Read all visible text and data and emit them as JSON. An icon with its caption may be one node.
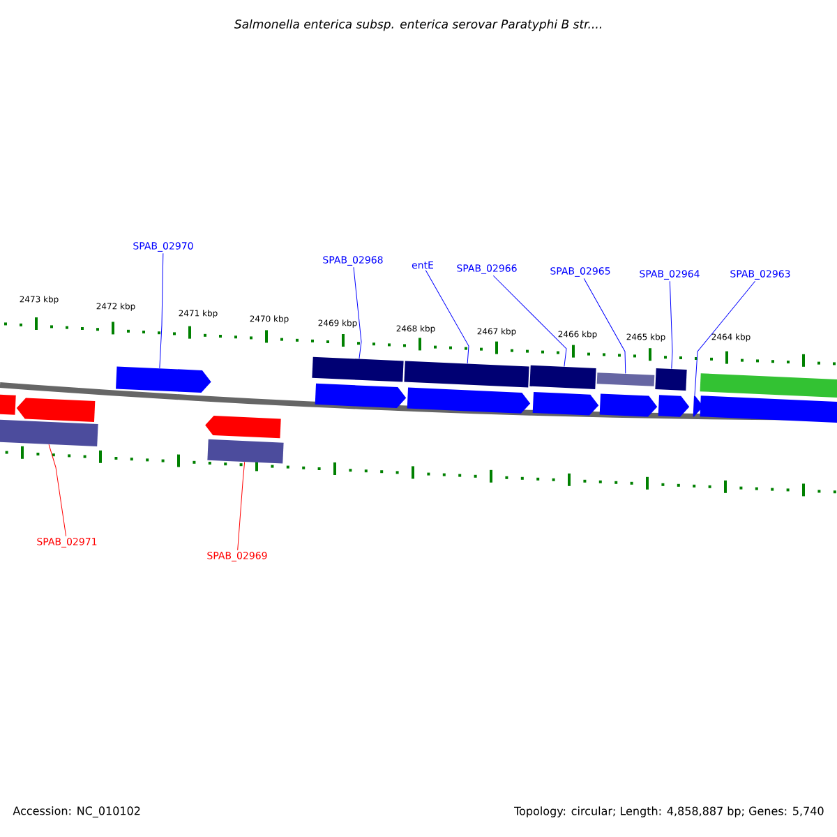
{
  "diagram": {
    "title": "Salmonella enterica subsp. enterica serovar Paratyphi B str....",
    "nodes": [
      {
        "text": [
          "SPAB_02970"
        ]
      },
      {
        "text": [
          "SPAB_02968"
        ]
      },
      {
        "text": [
          "entE"
        ]
      },
      {
        "text": [
          "SPAB_02966"
        ]
      },
      {
        "text": [
          "SPAB_02965"
        ]
      },
      {
        "text": [
          "SPAB_02964"
        ]
      },
      {
        "text": [
          "SPAB_02963"
        ]
      },
      {
        "text": [
          "SPAB_02971"
        ]
      },
      {
        "text": [
          "SPAB_02969"
        ]
      },
      {
        "text": [],
        "shape": "arrow"
      },
      {
        "text": [],
        "shape": "bar"
      },
      {
        "text": [],
        "shape": "arrow"
      },
      {
        "text": [],
        "shape": "arrow"
      },
      {
        "text": [],
        "shape": "bar"
      },
      {
        "text": [],
        "shape": "arrow"
      },
      {
        "text": [],
        "shape": "arrow"
      },
      {
        "text": [],
        "shape": "bar"
      },
      {
        "text": [],
        "shape": "arrow"
      },
      {
        "text": [],
        "shape": "bar"
      },
      {
        "text": [],
        "shape": "arrow"
      },
      {
        "text": [],
        "shape": "bar"
      },
      {
        "text": [],
        "shape": "arrow"
      },
      {
        "text": [],
        "shape": "bar"
      },
      {
        "text": [],
        "shape": "arrow"
      },
      {
        "text": [],
        "shape": "bar"
      },
      {
        "text": [],
        "shape": "arrow"
      },
      {
        "text": [],
        "shape": "bar"
      },
      {
        "text": [],
        "shape": "bar"
      }
    ],
    "edges": [
      {
        "from": 0,
        "to": 12,
        "arrow": "none"
      },
      {
        "from": 1,
        "to": 16,
        "arrow": "none"
      },
      {
        "from": 2,
        "to": 18,
        "arrow": "none"
      },
      {
        "from": 3,
        "to": 20,
        "arrow": "none"
      },
      {
        "from": 4,
        "to": 22,
        "arrow": "none"
      },
      {
        "from": 5,
        "to": 24,
        "arrow": "none"
      },
      {
        "from": 6,
        "to": 25,
        "arrow": "none"
      },
      {
        "from": 7,
        "to": 10,
        "arrow": "none",
        "color": "#ff0000"
      },
      {
        "from": 8,
        "to": 13,
        "arrow": "none",
        "color": "#ff0000"
      }
    ],
    "labels": [
      "2473 kbp",
      "2472 kbp",
      "2471 kbp",
      "2470 kbp",
      "2469 kbp",
      "2468 kbp",
      "2467 kbp",
      "2466 kbp",
      "2465 kbp",
      "2464 kbp",
      "Accession: NC_010102",
      "Topology: circular; Length: 4,858,887 bp; Genes: 5,740"
    ]
  }
}
